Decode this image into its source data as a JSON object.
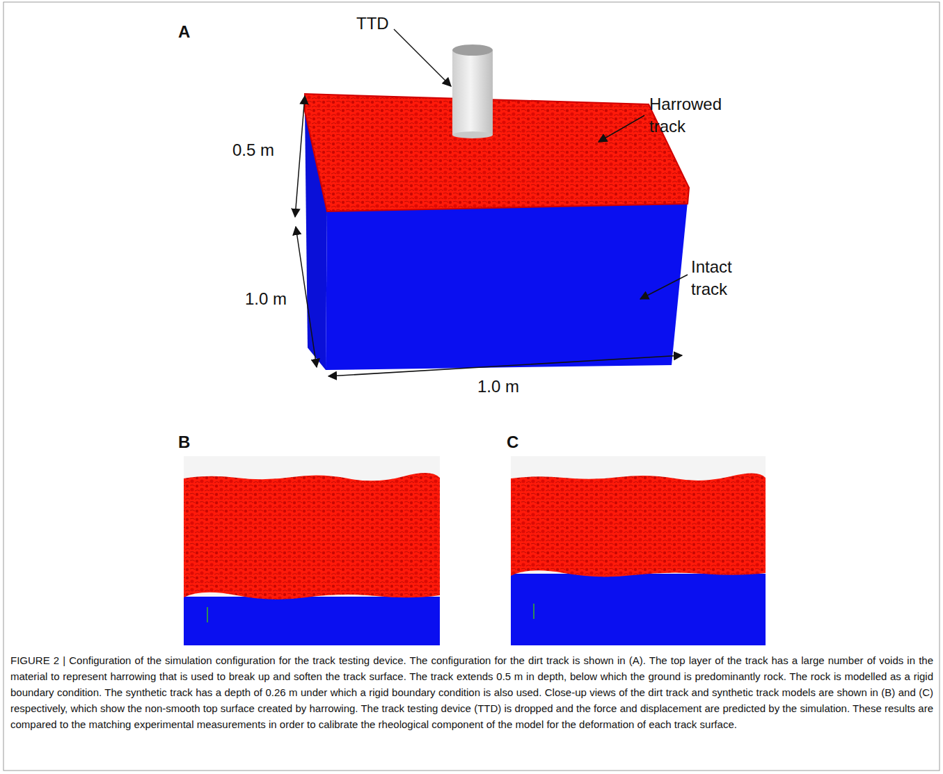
{
  "diagram": {
    "caption": "FIGURE 2 | Configuration of the simulation configuration for the track testing device. The configuration for the dirt track is shown in (A). The top layer of the track has a large number of voids in the material to represent harrowing that is used to break up and soften the track surface. The track extends 0.5 m in depth, below which the ground is predominantly rock. The rock is modelled as a rigid boundary condition. The synthetic track has a depth of 0.26 m under which a rigid boundary condition is also used. Close-up views of the dirt track and synthetic track models are shown in (B) and (C) respectively, which show the non-smooth top surface created by harrowing. The track testing device (TTD) is dropped and the force and displacement are predicted by the simulation. These results are compared to the matching experimental measurements in order to calibrate the rheological component of the model for the deformation of each track surface.",
    "labels": [
      "A",
      "TTD",
      "Harrowed track",
      "0.5 m",
      "Intact track",
      "1.0 m",
      "1.0 m",
      "B",
      "C"
    ]
  }
}
